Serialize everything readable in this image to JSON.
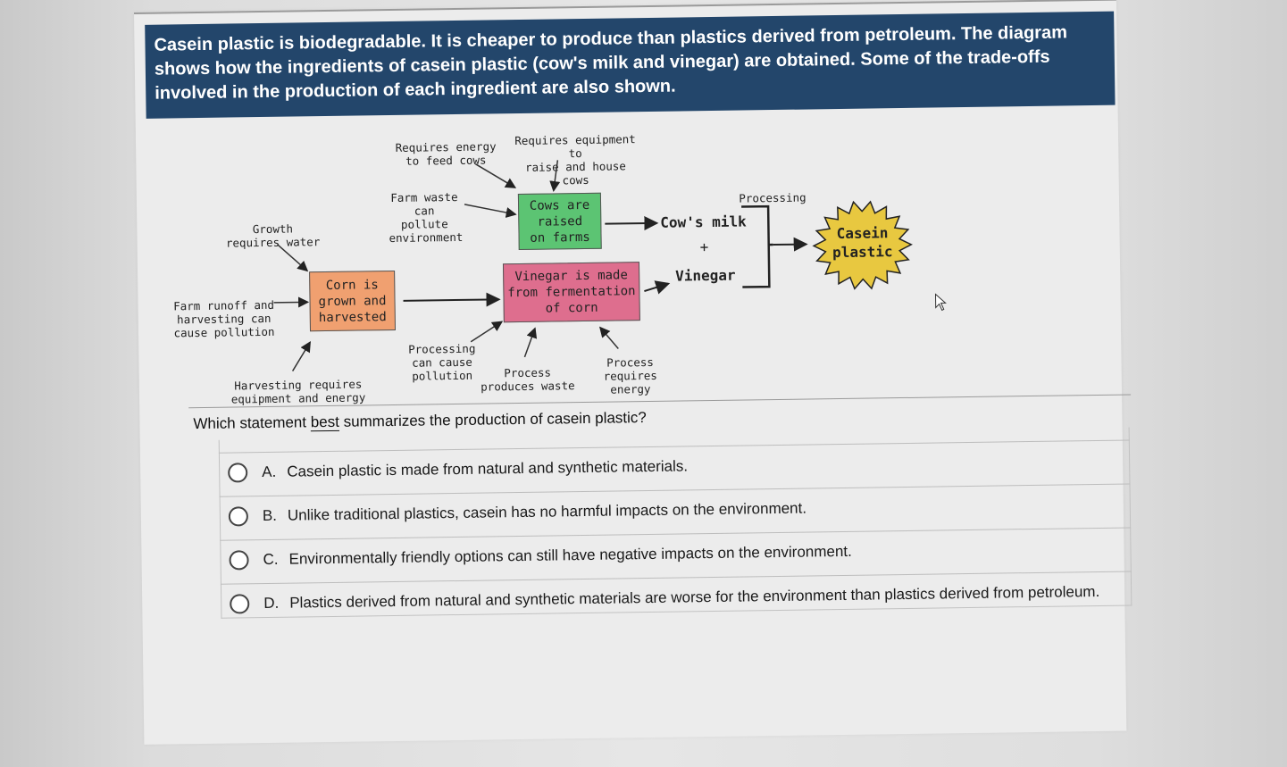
{
  "intro": "Casein plastic is biodegradable. It is cheaper to produce than plastics derived from petroleum. The diagram shows how the ingredients of casein plastic (cow's milk and vinegar) are obtained. Some of the trade-offs involved in the production of each ingredient are also shown.",
  "diagram": {
    "labels": {
      "requires_energy": "Requires energy\nto feed cows",
      "requires_equipment": "Requires equipment to\nraise and house cows",
      "farm_waste": "Farm waste\ncan pollute\nenvironment",
      "growth_water": "Growth\nrequires water",
      "farm_runoff": "Farm runoff and\nharvesting can\ncause pollution",
      "harvesting_requires": "Harvesting requires\nequipment and energy",
      "processing_pollution": "Processing\ncan cause\npollution",
      "process_waste": "Process\nproduces waste",
      "process_energy": "Process requires\nenergy",
      "processing": "Processing"
    },
    "boxes": {
      "corn": "Corn is\ngrown and\nharvested",
      "cows": "Cows are\nraised\non farms",
      "vinegar": "Vinegar is made\nfrom fermentation\nof corn"
    },
    "products": {
      "milk": "Cow's milk",
      "plus": "+",
      "vinegar": "Vinegar",
      "casein_line1": "Casein",
      "casein_line2": "plastic"
    },
    "colors": {
      "corn": "#f0a070",
      "cows": "#5cc473",
      "vinegar": "#de6e8e",
      "casein": "#e8c840"
    }
  },
  "question": {
    "prefix": "Which statement ",
    "emphasis": "best",
    "suffix": " summarizes the production of casein plastic?"
  },
  "options": [
    {
      "letter": "A.",
      "text": "Casein plastic is made from natural and synthetic materials."
    },
    {
      "letter": "B.",
      "text": "Unlike traditional plastics, casein has no harmful impacts on the environment."
    },
    {
      "letter": "C.",
      "text": "Environmentally friendly options can still have negative impacts on the environment."
    },
    {
      "letter": "D.",
      "text": "Plastics derived from natural and synthetic materials are worse for the environment than plastics derived from petroleum."
    }
  ]
}
